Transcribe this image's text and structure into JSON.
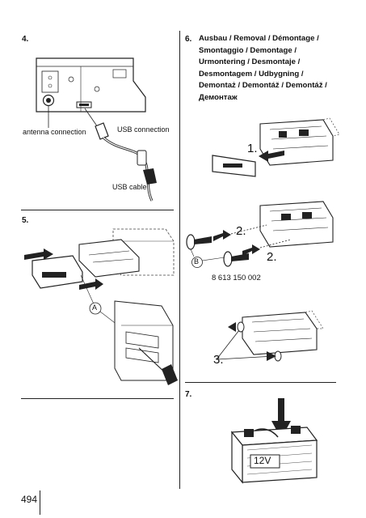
{
  "page": {
    "number": "494"
  },
  "left": {
    "step4": {
      "number": "4.",
      "labels": {
        "antenna": "antenna connection",
        "usb_connection": "USB connection",
        "usb_cable": "USB cable"
      }
    },
    "step5": {
      "number": "5.",
      "callout": "A"
    }
  },
  "right": {
    "step6": {
      "number": "6.",
      "title_lines": [
        "Ausbau / Removal / Démontage /",
        "Smontaggio / Demontage /",
        "Urmontering / Desmontaje /",
        "Desmontagem / Udbygning /",
        "Demontaż / Demontáž / Demontáž /",
        "Демонтаж"
      ],
      "sub_steps": [
        "1.",
        "2.",
        "2.",
        "3."
      ],
      "callout": "B",
      "part_number": "8 613 150 002"
    },
    "step7": {
      "number": "7.",
      "battery_label": "12V"
    }
  }
}
